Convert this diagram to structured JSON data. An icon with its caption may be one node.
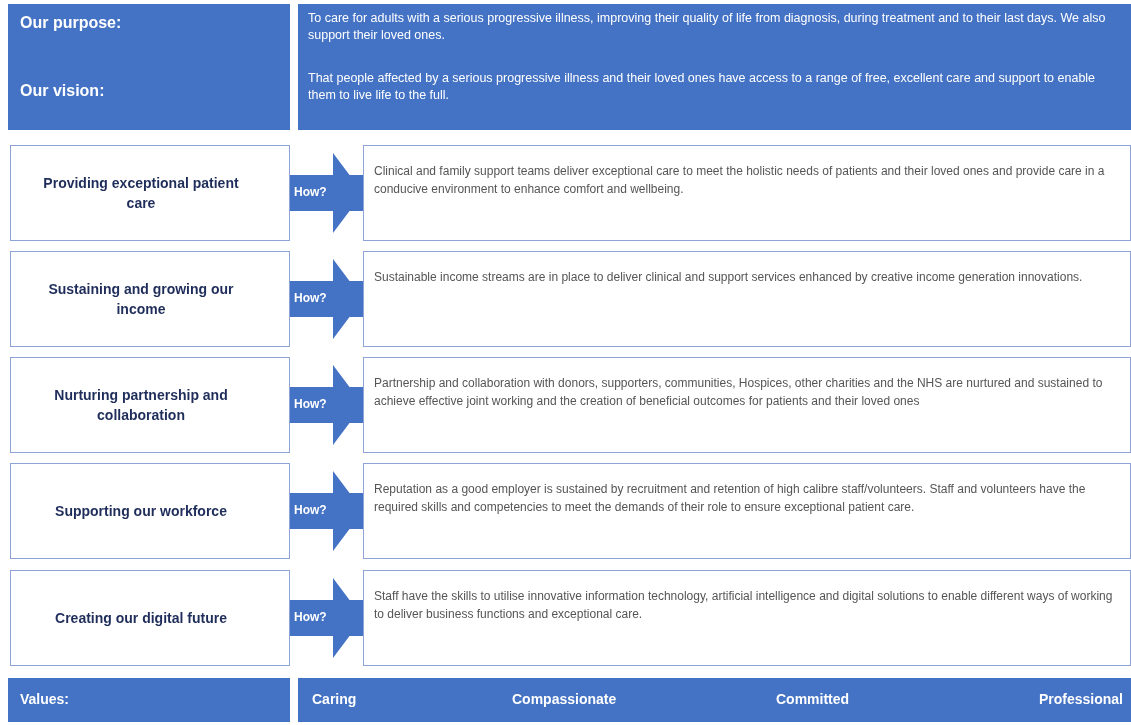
{
  "diagram": {
    "nodes": [
      {
        "text": [
          "Our purpose:",
          "Our vision:"
        ]
      },
      {
        "text": [
          "To care for adults with a serious progressive illness, improving their quality of life from diagnosis, during treatment and to their last days.  We also support their loved ones.",
          "That people affected by a serious progressive illness and their loved ones have access to a range of free, excellent care and support to enable them to live life to the full."
        ]
      },
      {
        "text": [
          "Providing exceptional patient care"
        ]
      },
      {
        "text": [
          "Clinical and family support teams deliver exceptional care to meet the holistic needs of patients and their loved ones and provide care in a conducive environment to enhance comfort and wellbeing."
        ]
      },
      {
        "text": [
          "Sustaining and growing our income"
        ]
      },
      {
        "text": [
          "Sustainable income streams are in place to deliver clinical and support services enhanced by creative income generation innovations."
        ]
      },
      {
        "text": [
          "Nurturing partnership and collaboration"
        ]
      },
      {
        "text": [
          "Partnership and collaboration with donors, supporters, communities, Hospices, other charities and the NHS are nurtured and sustained to achieve effective joint working and the creation of beneficial outcomes for patients and their loved ones"
        ]
      },
      {
        "text": [
          "Supporting our workforce"
        ]
      },
      {
        "text": [
          "Reputation as a good employer is sustained by recruitment and retention of high calibre staff/volunteers.  Staff and volunteers have the required skills and competencies to meet the demands of their role to ensure exceptional patient care."
        ]
      },
      {
        "text": [
          "Creating our digital future"
        ]
      },
      {
        "text": [
          "Staff have the skills to utilise innovative information technology, artificial intelligence and digital solutions to enable different ways of working to deliver business functions and exceptional care."
        ]
      },
      {
        "text": [
          "Values:"
        ]
      },
      {
        "text": [
          "Caring",
          "Compassionate",
          "Committed",
          "Professional"
        ]
      }
    ],
    "edges": [
      {
        "from": 2,
        "to": 3,
        "arrow": "to",
        "label": "How?"
      },
      {
        "from": 4,
        "to": 5,
        "arrow": "to",
        "label": "How?"
      },
      {
        "from": 6,
        "to": 7,
        "arrow": "to",
        "label": "How?"
      },
      {
        "from": 8,
        "to": 9,
        "arrow": "to",
        "label": "How?"
      },
      {
        "from": 10,
        "to": 11,
        "arrow": "to",
        "label": "How?"
      }
    ]
  }
}
